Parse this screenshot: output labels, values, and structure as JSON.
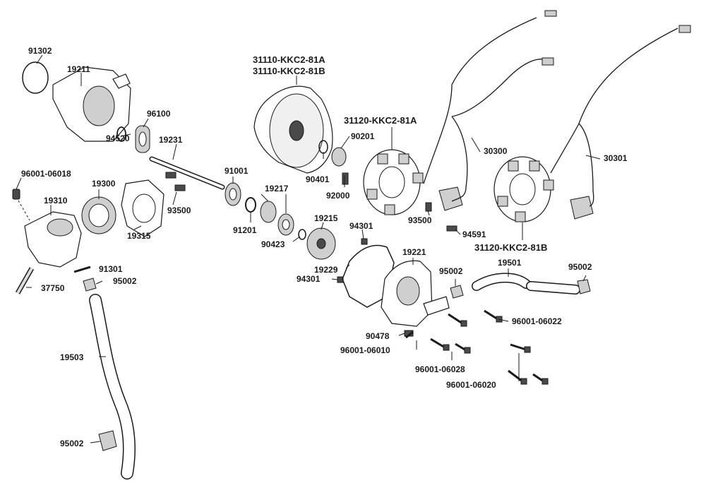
{
  "labels": {
    "p91302": "91302",
    "p19211": "19211",
    "p96100": "96100",
    "p94520": "94520",
    "p19231": "19231",
    "p96001_06018": "96001-06018",
    "p19310": "19310",
    "p19300": "19300",
    "p19315": "19315",
    "p93500a": "93500",
    "p91301": "91301",
    "p95002a": "95002",
    "p37750": "37750",
    "p19503": "19503",
    "p95002b": "95002",
    "p31110a": "31110-KKC2-81A",
    "p31110b": "31110-KKC2-81B",
    "p91001": "91001",
    "p19217": "19217",
    "p91201": "91201",
    "p90423": "90423",
    "p19215": "19215",
    "p94301a": "94301",
    "p19229": "19229",
    "p94301b": "94301",
    "p90401": "90401",
    "p90201": "90201",
    "p92000": "92000",
    "p31120a": "31120-KKC2-81A",
    "p30300": "30300",
    "p30301": "30301",
    "p93500b": "93500",
    "p94591": "94591",
    "p31120b": "31120-KKC2-81B",
    "p19221": "19221",
    "p95002c": "95002",
    "p19501": "19501",
    "p95002d": "95002",
    "p90478": "90478",
    "p96001_06010": "96001-06010",
    "p96001_06022": "96001-06022",
    "p96001_06028": "96001-06028",
    "p96001_06020": "96001-06020"
  }
}
